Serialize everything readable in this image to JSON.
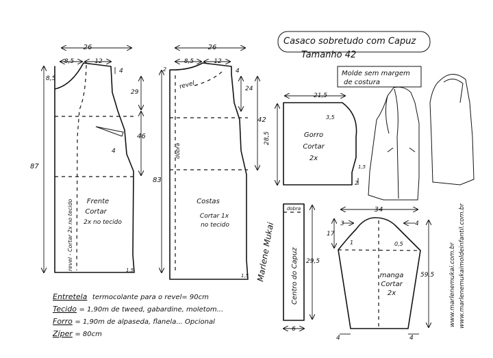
{
  "title": {
    "line1": "Casaco sobretudo com Capuz",
    "line2": "Tamanho 42"
  },
  "note": {
    "line1": "Molde sem margem",
    "line2": "de costura"
  },
  "front": {
    "width_top": "26",
    "seg_a": "8,5",
    "seg_b": "12",
    "shoulder_drop": "4",
    "neck_depth": "8,5",
    "armhole": "29",
    "side": "46",
    "dart": "4",
    "length": "87",
    "hem": "1,5",
    "label1": "Frente",
    "label2": "Cortar",
    "label3": "2x no tecido",
    "facing": "revel - Cortar 2x no tecido"
  },
  "back": {
    "width_top": "26",
    "seg_a": "8,5",
    "seg_b": "12",
    "neck": "2",
    "shoulder_drop": "4",
    "revel": "revel",
    "armhole": "24",
    "side": "42",
    "fold": "dobra",
    "length": "83",
    "hem": "1,5",
    "label1": "Costas",
    "label2": "Cortar 1x",
    "label3": "no tecido"
  },
  "hood": {
    "width": "21,5",
    "curve": "3,5",
    "height": "28,5",
    "corner": "1,5",
    "bottom": "2",
    "label1": "Gorro",
    "label2": "Cortar",
    "label3": "2x"
  },
  "hood_center": {
    "fold": "dobra",
    "length": "29,5",
    "label": "Centro do Capuz",
    "width": "6"
  },
  "sleeve": {
    "width": "34",
    "left_cap": "3",
    "right_cap": "4",
    "cap_height": "17",
    "left_mark": "1",
    "right_mark": "0,5",
    "length": "59,5",
    "hem_left": "4",
    "hem_right": "4",
    "label1": "manga",
    "label2": "Cortar",
    "label3": "2x"
  },
  "materials": {
    "line1_a": "Entretela",
    "line1_b": "termocolante para o revel= 90cm",
    "line2_a": "Tecido",
    "line2_b": "= 1,90m de tweed, gabardine, moletom...",
    "line3_a": "Forro",
    "line3_b": "= 1,90m de alpaseda, flanela... Opcional",
    "line4_a": "Zíper",
    "line4_b": "= 80cm"
  },
  "signature": "Marlene Mukai",
  "websites": {
    "url1": "www.marlenemukai.com.br",
    "url2": "www.marlenemukaimoldeinfantil.com.br"
  }
}
